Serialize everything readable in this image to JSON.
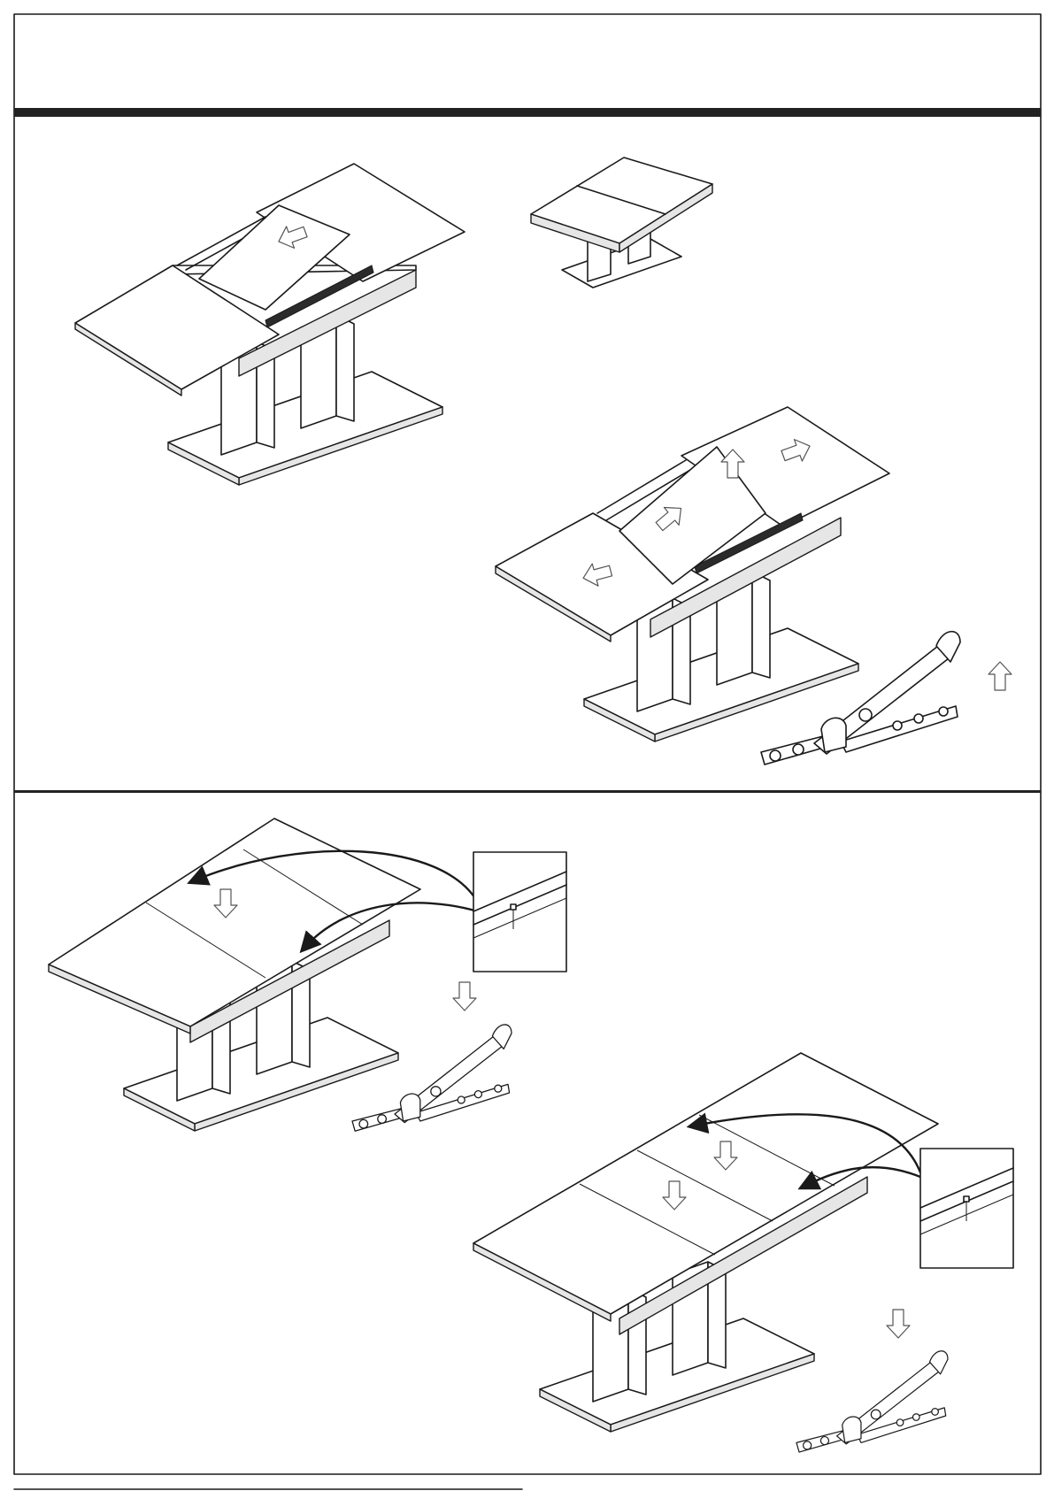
{
  "page": {
    "header_title": "",
    "page_number": ""
  },
  "sections": [
    {
      "name": "step-open-and-pull-leaf",
      "figures": [
        "table-open-leaf-sliding",
        "table-closed",
        "table-open-leaf-lifting",
        "hinge-opening"
      ]
    },
    {
      "name": "step-insert-leaf",
      "figures": [
        "table-one-leaf-inserted",
        "detail-alignment-1",
        "hinge-closing-1",
        "table-two-leaves-inserted",
        "detail-alignment-2",
        "hinge-closing-2"
      ]
    }
  ],
  "colors": {
    "line": "#1a1a1a",
    "frame_bar": "#222222",
    "arrow_outline": "#555555"
  }
}
